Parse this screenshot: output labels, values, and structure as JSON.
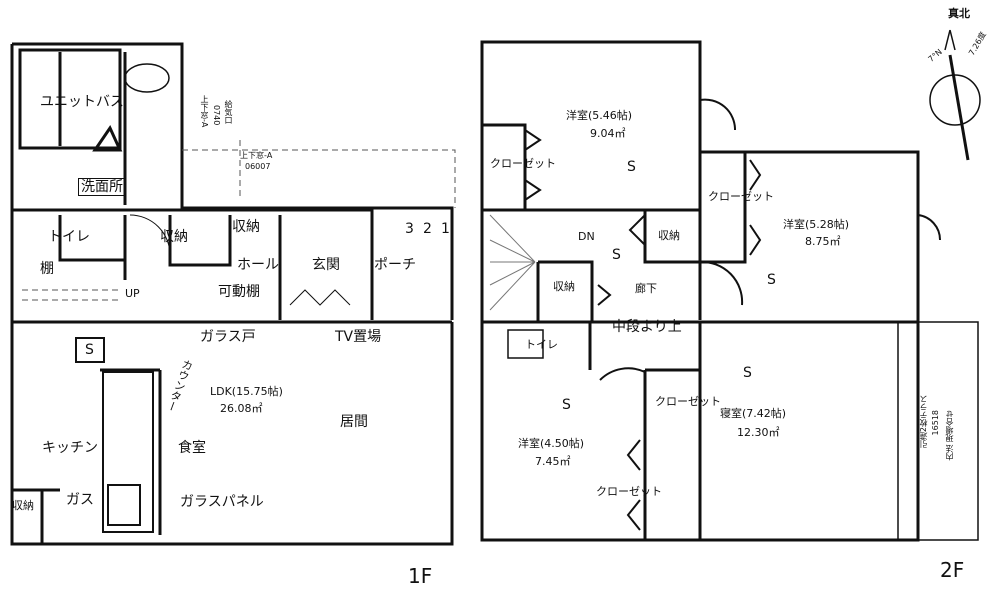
{
  "floor1": {
    "label": "1F",
    "rooms": {
      "unit_bath": "ユニットバス",
      "washroom": "洗面所",
      "toilet": "トイレ",
      "shelf": "棚",
      "up": "UP",
      "storage_a": "収納",
      "storage_b": "収納",
      "hall": "ホール",
      "entrance": "玄関",
      "porch": "ポーチ",
      "steps": [
        "3",
        "2",
        "1"
      ],
      "movable_shelf": "可動棚",
      "glass_door": "ガラス戸",
      "tv_space": "TV置場",
      "s_mark": "S",
      "counter": "カウンター",
      "ldk": "LDK(15.75帖)",
      "ldk_area": "26.08㎡",
      "living": "居間",
      "kitchen": "キッチン",
      "dining": "食室",
      "gas": "ガス",
      "storage_c": "収納",
      "glass_panel": "ガラスパネル",
      "window_a": "上下窓-A",
      "window_a_code": "0740",
      "air_inlet": "給気口",
      "window_b": "上下窓-A",
      "window_b_code": "06007"
    }
  },
  "floor2": {
    "label": "2F",
    "rooms": {
      "room1": "洋室(5.46帖)",
      "room1_area": "9.04㎡",
      "room1_s": "S",
      "closet1": "クローゼット",
      "closet2": "クローゼット",
      "room2": "洋室(5.28帖)",
      "room2_area": "8.75㎡",
      "room2_s": "S",
      "storage1": "収納",
      "dn": "DN",
      "hall_s": "S",
      "storage2": "収納",
      "corridor": "廊下",
      "mid_level": "中段より上",
      "toilet": "トイレ",
      "bedroom_s": "S",
      "room3_s": "S",
      "closet3": "クローゼット",
      "bedroom": "寝室(7.42帖)",
      "bedroom_area": "12.30㎡",
      "room3": "洋室(4.50帖)",
      "room3_area": "7.45㎡",
      "closet4": "クローゼット",
      "terrace_window": "引違2枚テラス",
      "terrace_code": "16518",
      "terrace_note": "内法 現場合せ"
    }
  },
  "compass": {
    "true_north": "真北",
    "n_label": "7°N",
    "angle": "7.26度"
  }
}
